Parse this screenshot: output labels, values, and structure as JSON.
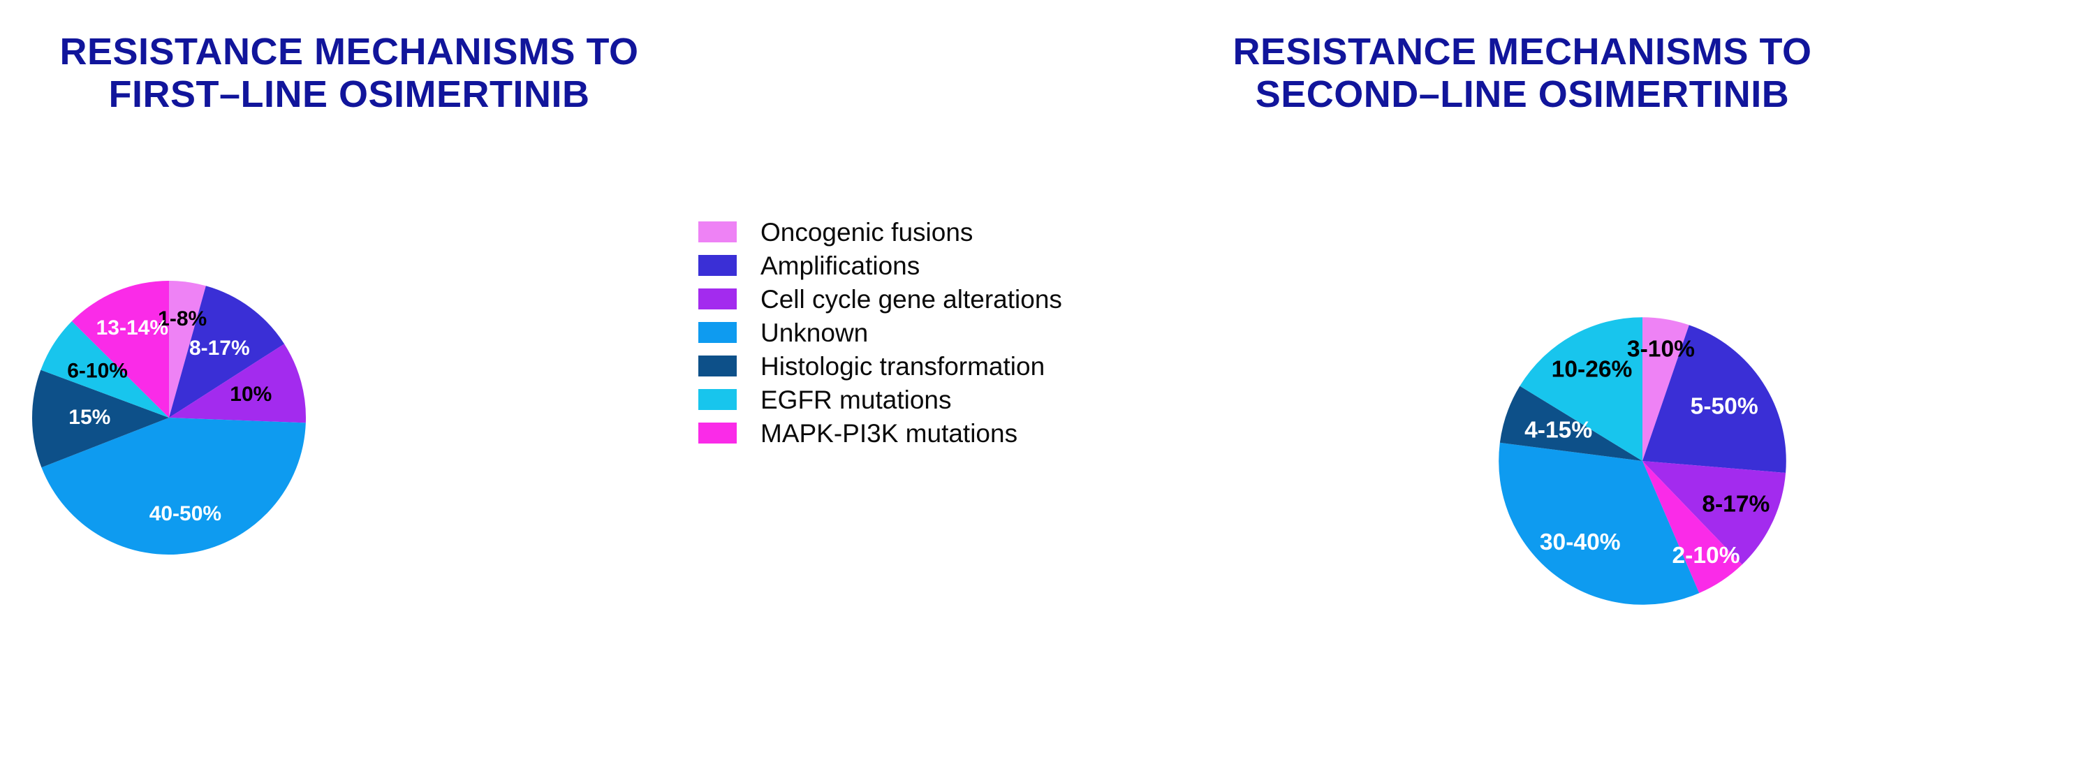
{
  "titles": {
    "left": "RESISTANCE MECHANISMS TO\nFIRST–LINE OSIMERTINIB",
    "right": "RESISTANCE MECHANISMS TO\nSECOND–LINE OSIMERTINIB",
    "color": "#11159b"
  },
  "legend": {
    "items": [
      {
        "label": "Oncogenic fusions",
        "color": "#ee82f5"
      },
      {
        "label": "Amplifications",
        "color": "#3a2fd6"
      },
      {
        "label": "Cell cycle gene alterations",
        "color": "#a32bee"
      },
      {
        "label": "Unknown",
        "color": "#0e9bf0"
      },
      {
        "label": "Histologic transformation",
        "color": "#0d5089"
      },
      {
        "label": "EGFR mutations",
        "color": "#18c5ed"
      },
      {
        "label": "MAPK-PI3K mutations",
        "color": "#fa2be8"
      }
    ]
  },
  "chart_data": [
    {
      "type": "pie",
      "title": "RESISTANCE MECHANISMS TO FIRST–LINE OSIMERTINIB",
      "legend_position": "center",
      "categories": [
        "Oncogenic fusions",
        "Amplifications",
        "Cell cycle gene alterations",
        "Unknown",
        "Histologic transformation",
        "EGFR mutations",
        "MAPK-PI3K mutations"
      ],
      "values": [
        4.5,
        12,
        10,
        45,
        12,
        7,
        13
      ],
      "labels": [
        "1-8%",
        "8-17%",
        "10%",
        "40-50%",
        "15%",
        "6-10%",
        "13-14%"
      ],
      "label_colors": [
        "#000000",
        "#ffffff",
        "#000000",
        "#ffffff",
        "#ffffff",
        "#000000",
        "#ffffff"
      ],
      "colors": [
        "#ee82f5",
        "#3a2fd6",
        "#a32bee",
        "#0e9bf0",
        "#0d5089",
        "#18c5ed",
        "#fa2be8"
      ]
    },
    {
      "type": "pie",
      "title": "RESISTANCE MECHANISMS TO SECOND–LINE OSIMERTINIB",
      "legend_position": "center",
      "categories": [
        "Oncogenic fusions",
        "Amplifications",
        "Cell cycle gene alterations",
        "MAPK-PI3K mutations",
        "Unknown",
        "Histologic transformation",
        "EGFR mutations"
      ],
      "values": [
        5.5,
        22,
        12,
        6,
        35,
        7,
        17
      ],
      "labels": [
        "3-10%",
        "5-50%",
        "8-17%",
        "2-10%",
        "30-40%",
        "4-15%",
        "10-26%"
      ],
      "label_colors": [
        "#000000",
        "#ffffff",
        "#000000",
        "#ffffff",
        "#ffffff",
        "#ffffff",
        "#000000"
      ],
      "colors": [
        "#ee82f5",
        "#3a2fd6",
        "#a32bee",
        "#fa2be8",
        "#0e9bf0",
        "#0d5089",
        "#18c5ed"
      ]
    }
  ]
}
